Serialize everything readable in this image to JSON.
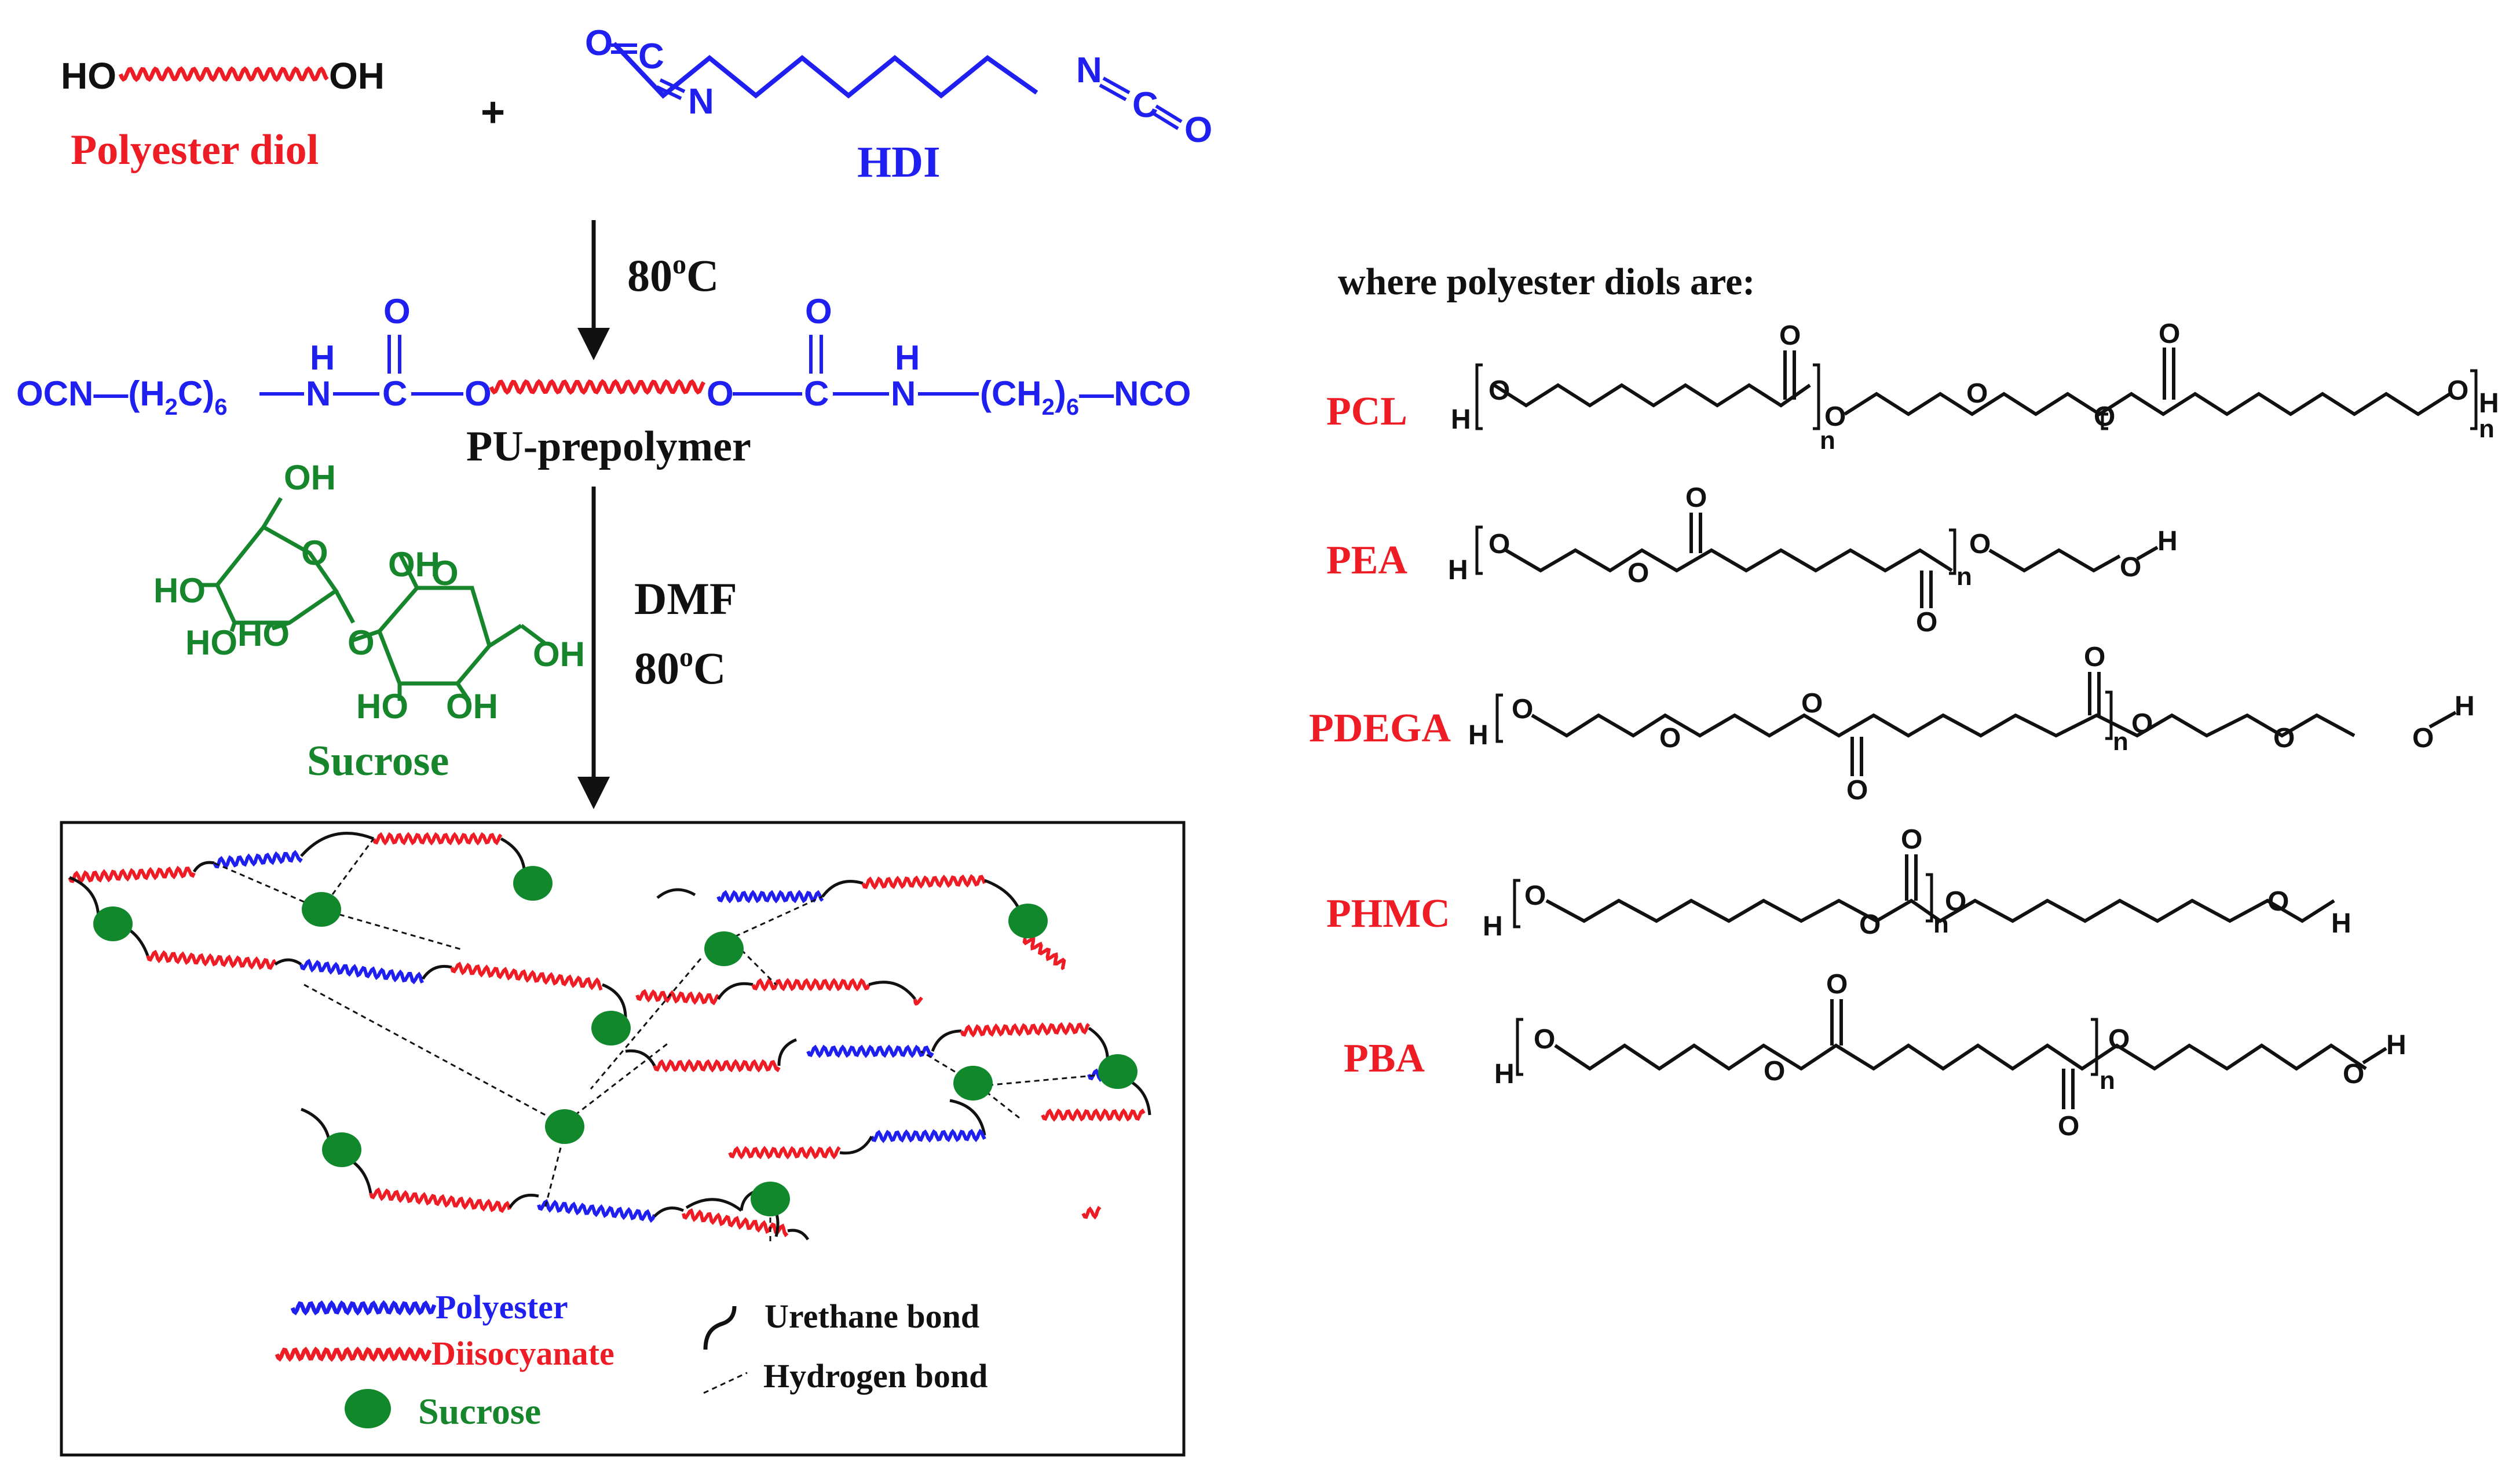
{
  "colors": {
    "red": "#ee1c24",
    "blue": "#1f1ff0",
    "green": "#16852b",
    "sucrose_dot": "#12882c",
    "black": "#111111"
  },
  "reactants": {
    "diol_ho": "HO",
    "diol_oh": "OH",
    "diol_label": "Polyester diol",
    "plus": "+",
    "hdi_o1": "O",
    "hdi_c1": "C",
    "hdi_n1": "N",
    "hdi_n2": "N",
    "hdi_c2": "C",
    "hdi_o2": "O",
    "hdi_label": "HDI"
  },
  "step1": {
    "condition": "80",
    "degree": "o",
    "unit": "C"
  },
  "prepolymer": {
    "left_end": "OCN",
    "left_h2c": "(H",
    "h_sub": "2",
    "c_close": "C)",
    "six": "6",
    "nco": "NCO",
    "ch2": "(CH",
    "n": "N",
    "h": "H",
    "c": "C",
    "o": "O",
    "label": "PU-prepolymer"
  },
  "sucrose": {
    "oh": "OH",
    "ho": "HO",
    "o": "O",
    "label": "Sucrose"
  },
  "step2": {
    "solvent": "DMF",
    "temp": "80",
    "degree": "o",
    "unit": "C"
  },
  "legend": {
    "polyester": "Polyester",
    "diisocyanate": "Diisocyanate",
    "sucrose": "Sucrose",
    "urethane": "Urethane bond",
    "hydrogen": "Hydrogen bond"
  },
  "diols": {
    "heading": "where polyester diols are:",
    "items": [
      {
        "name": "PCL"
      },
      {
        "name": "PEA"
      },
      {
        "name": "PDEGA"
      },
      {
        "name": "PHMC"
      },
      {
        "name": "PBA"
      }
    ],
    "h": "H",
    "o": "O",
    "n": "n"
  },
  "icons": [
    "reaction-arrow",
    "wavy-chain",
    "zigzag-chain",
    "sucrose-sphere"
  ]
}
